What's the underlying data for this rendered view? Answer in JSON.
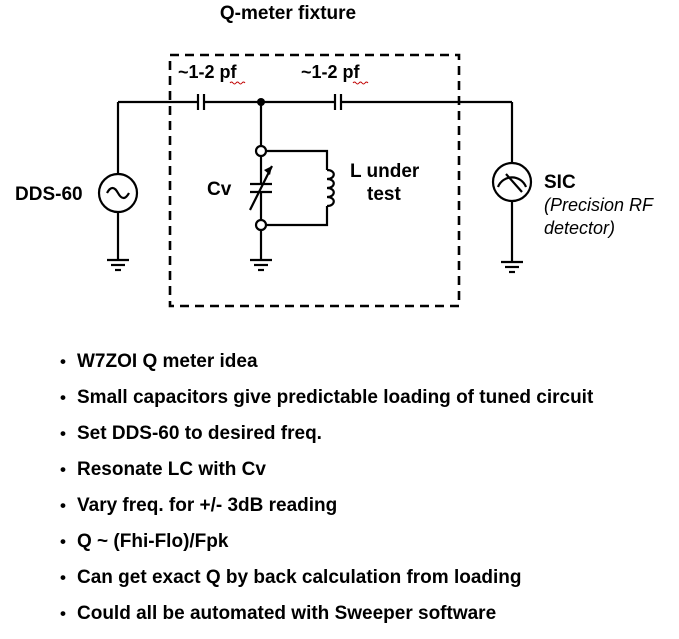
{
  "title": "Q-meter fixture",
  "labels": {
    "cap_left": "~1-2 pf",
    "cap_right": "~1-2 pf",
    "source": "DDS-60",
    "cv": "Cv",
    "inductor_line1": "L under",
    "inductor_line2": "test",
    "detector": "SIC",
    "detector_desc_line1": "(Precision RF",
    "detector_desc_line2": "detector)"
  },
  "bullets": [
    "W7ZOI Q meter idea",
    "Small capacitors give predictable loading of tuned circuit",
    "Set DDS-60 to desired freq.",
    "Resonate LC with Cv",
    "Vary freq. for +/- 3dB reading",
    "Q ~ (Fhi-Flo)/Fpk",
    "Can get exact Q by back calculation from loading",
    "Could all be automated with Sweeper software"
  ],
  "colors": {
    "line": "#000000",
    "spellcheck_underline": "#c00000",
    "background": "#ffffff"
  },
  "icons": [
    "ac-source-icon",
    "capacitor-symbol",
    "variable-capacitor-symbol",
    "inductor-symbol",
    "meter-icon",
    "ground-icon"
  ]
}
